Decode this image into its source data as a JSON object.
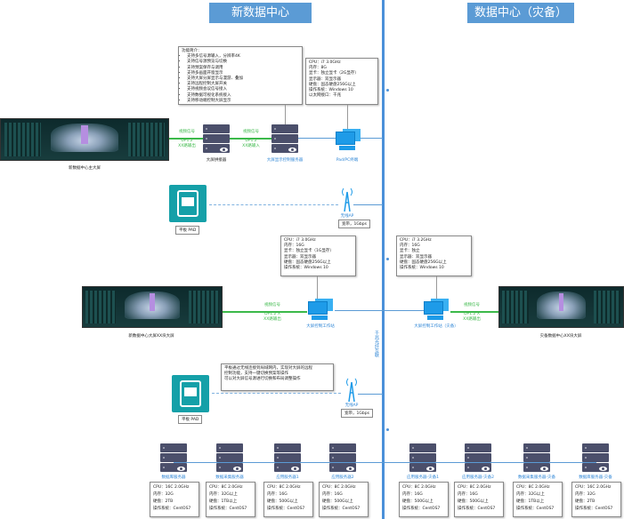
{
  "headers": {
    "left": "新数据中心",
    "right": "数据中心（灾备）"
  },
  "interconnect": "千兆光纤互联",
  "top": {
    "wall_label": "新数据中心主大屏",
    "link1": [
      "视频信号",
      "DP1.2",
      "XX路输出"
    ],
    "splicer_label": "大屏拼接器",
    "link2": [
      "视频信号",
      "DP1.2",
      "XX路输入"
    ],
    "control_server_label": "大屏显示控制服务器",
    "pc_label": "Pad/PC终端",
    "features_title": "功能简介：",
    "features": [
      "支持多信号源输入，分辨率4K",
      "支持信号源预览与切换",
      "支持预案保存与调用",
      "支持多画面开窗显示",
      "支持大屏分屏显示与漫游、叠加",
      "支持远程控制大屏开关",
      "支持视频会议信号接入",
      "支持数据可视化系统接入",
      "支持移动端控制大屏显示"
    ],
    "pc_spec": [
      "CPU：i7 3.0GHz",
      "内存：8G",
      "显卡：独立显卡（2G显存）",
      "显示器：双显示器",
      "硬盘：固态硬盘256G以上",
      "操作系统：Windows 10",
      "以太网接口：千兆"
    ]
  },
  "wireless1": {
    "tablet_label": "平板 PAD",
    "ap_label": "无线AP",
    "bandwidth": "宽带，1Gbps"
  },
  "middle": {
    "left_spec": [
      "CPU：i7 3.0GHz",
      "内存：16G",
      "显卡：独立显卡（1G显存）",
      "显示器：双显示器",
      "硬盘：固态硬盘256G以上",
      "操作系统：Windows 10"
    ],
    "right_spec": [
      "CPU：i7 3.2GHz",
      "内存：16G",
      "显卡：独立",
      "显示器：双显示器",
      "硬盘：固态硬盘256G以上",
      "操作系统：Windows 10"
    ],
    "left_wall_label": "新数据中心大屏XX块大屏",
    "left_link": [
      "视频信号",
      "DP1.2 X",
      "XX路输出"
    ],
    "left_pc_label": "大屏控制工作站",
    "right_pc_label": "大屏控制工作站（灾备）",
    "right_link": [
      "视频信号",
      "DP1.2 X",
      "XX路输出"
    ],
    "right_wall_label": "灾备数据中心XX块大屏"
  },
  "wireless2": {
    "tablet_label": "平板 PAD",
    "note": [
      "平板通过无线连接到局域网内，实现对大屏的远程",
      "控制功能，支持一键切换预案等操作",
      "可以对大屏信号源进行切换和布局调整操作"
    ],
    "ap_label": "无线AP",
    "bandwidth": "宽带，1Gbps"
  },
  "servers": [
    {
      "label": "数据库服务器",
      "spec": [
        "CPU：16C 2.0GHz",
        "内存：32G",
        "硬盘：2TB",
        "操作系统：CentOS7"
      ]
    },
    {
      "label": "数据采集服务器",
      "spec": [
        "CPU：8C 2.0GHz",
        "内存：32G以上",
        "硬盘：1TB以上",
        "操作系统：CentOS7"
      ]
    },
    {
      "label": "应用服务器1",
      "spec": [
        "CPU：8C 2.0GHz",
        "内存：16G",
        "硬盘：500G以上",
        "操作系统：CentOS7"
      ]
    },
    {
      "label": "应用服务器2",
      "spec": [
        "CPU：8C 2.0GHz",
        "内存：16G",
        "硬盘：500G以上",
        "操作系统：CentOS7"
      ]
    },
    {
      "label": "应用服务器-灾备1",
      "spec": [
        "CPU：8C 2.0GHz",
        "内存：16G",
        "硬盘：500G以上",
        "操作系统：CentOS7"
      ]
    },
    {
      "label": "应用服务器-灾备2",
      "spec": [
        "CPU：8C 2.0GHz",
        "内存：16G",
        "硬盘：500G以上",
        "操作系统：CentOS7"
      ]
    },
    {
      "label": "数据采集服务器-灾备",
      "spec": [
        "CPU：8C 2.0GHz",
        "内存：32G以上",
        "硬盘：1TB以上",
        "操作系统：CentOS7"
      ]
    },
    {
      "label": "数据库服务器-灾备",
      "spec": [
        "CPU：16C 2.0GHz",
        "内存：32G",
        "硬盘：2TB",
        "操作系统：CentOS7"
      ]
    }
  ]
}
